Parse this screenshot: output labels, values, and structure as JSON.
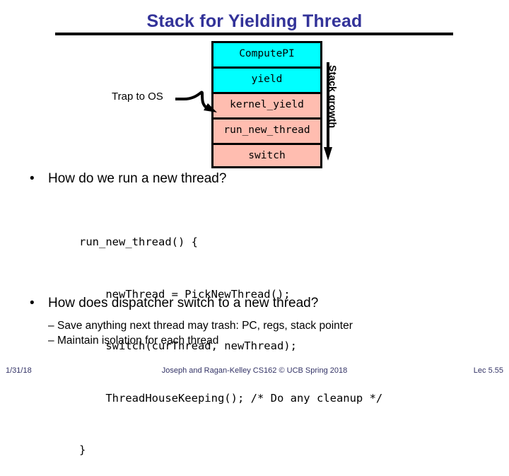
{
  "slide": {
    "title": "Stack for Yielding Thread"
  },
  "diagram": {
    "trap_label": "Trap to OS",
    "growth_label": "Stack growth",
    "frames": [
      {
        "label": "ComputePI",
        "color": "#00ffff"
      },
      {
        "label": "yield",
        "color": "#00ffff"
      },
      {
        "label": "kernel_yield",
        "color": "#ffbdb0"
      },
      {
        "label": "run_new_thread",
        "color": "#ffbdb0"
      },
      {
        "label": "switch",
        "color": "#ffbdb0"
      }
    ]
  },
  "content": {
    "bullet_run": "How do we run a new thread?",
    "bullet_dispatcher": "How does dispatcher switch to a new thread?",
    "sub_save": "Save anything next thread may trash: PC, regs, stack pointer",
    "sub_isolate": "Maintain isolation for each thread",
    "bullet_marker": "•",
    "dash_marker": "–",
    "code": {
      "line1": "run_new_thread() {",
      "line2": "    newThread = PickNewThread();",
      "line3": "    switch(curThread, newThread);",
      "line4": "    ThreadHouseKeeping(); /* Do any cleanup */",
      "line5": "}"
    }
  },
  "footer": {
    "date": "1/31/18",
    "center": "Joseph and Ragan-Kelley CS162 © UCB Spring 2018",
    "lecture": "Lec 5.55"
  },
  "colors": {
    "title": "#333399",
    "user_frame": "#00ffff",
    "kernel_frame": "#ffbdb0",
    "footer": "#333366"
  }
}
